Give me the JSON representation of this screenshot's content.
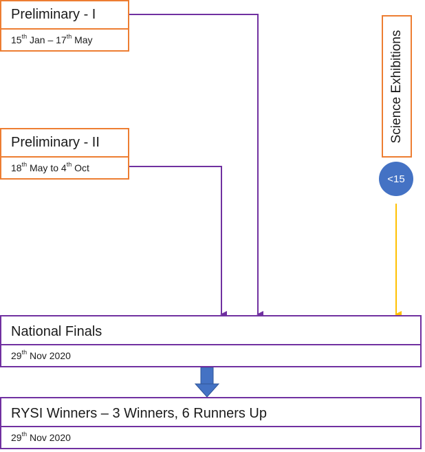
{
  "prelim1": {
    "title": "Preliminary - I",
    "date_start_day": "15",
    "date_start_suffix": "th",
    "date_mid": " Jan – 17",
    "date_end_suffix": "th",
    "date_end": " May"
  },
  "prelim2": {
    "title": "Preliminary - II",
    "date_start_day": "18",
    "date_start_suffix": "th",
    "date_mid": " May to 4",
    "date_end_suffix": "th",
    "date_end": " Oct"
  },
  "science": {
    "title": "Science Exhibitions",
    "badge": "<15"
  },
  "finals": {
    "title": "National Finals",
    "date_day": "29",
    "date_suffix": "th",
    "date_rest": " Nov 2020"
  },
  "winners": {
    "title": "RYSI Winners – 3 Winners, 6 Runners Up",
    "date_day": "29",
    "date_suffix": "th",
    "date_rest": " Nov 2020"
  },
  "colors": {
    "orange": "#ed7d31",
    "purple": "#7030a0",
    "yellow": "#ffc000",
    "blue": "#4472c4"
  }
}
